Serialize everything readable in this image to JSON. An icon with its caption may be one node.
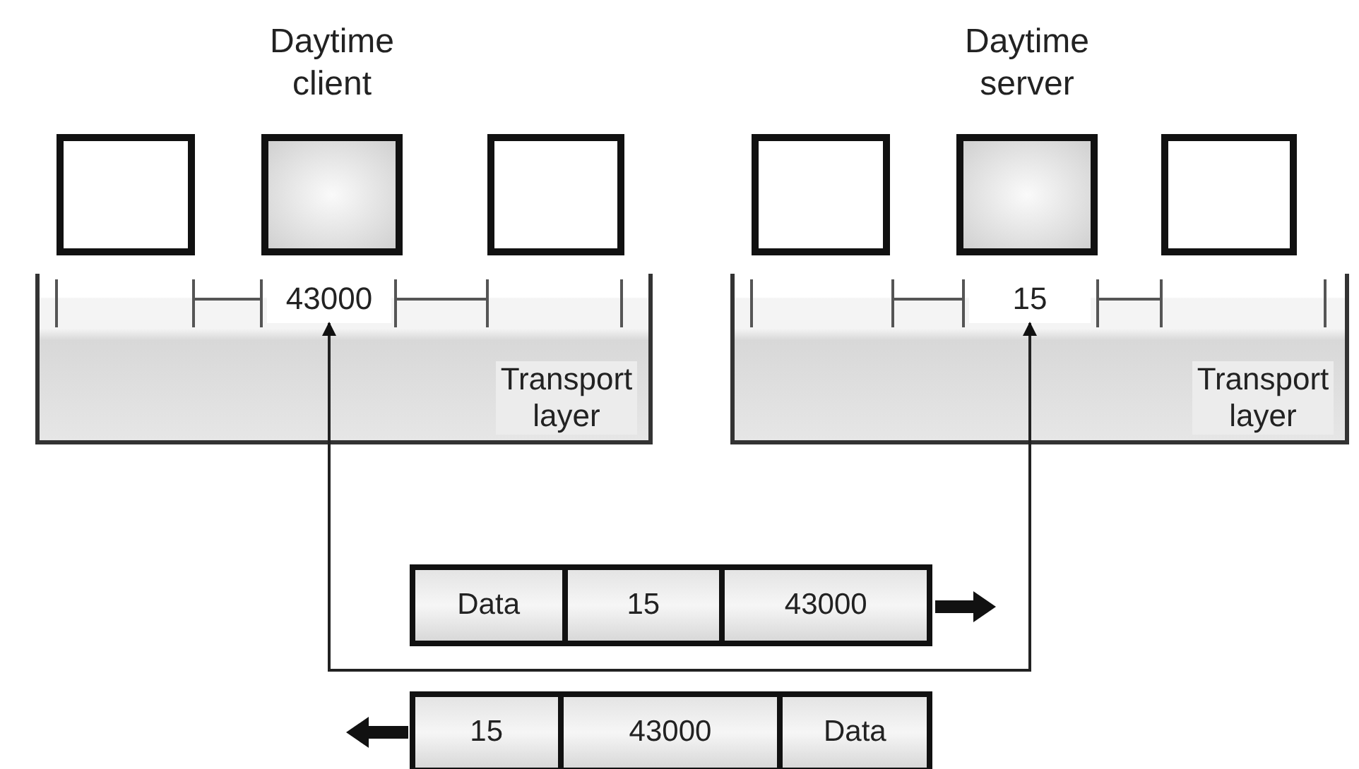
{
  "diagram": {
    "nodes": [
      {
        "text": [
          "Transport layer"
        ]
      },
      {
        "text": [],
        "shape": "box"
      },
      {
        "text": [
          "Daytime client"
        ]
      },
      {
        "text": [],
        "shape": "box"
      },
      {
        "text": [
          "43000"
        ],
        "in": 0
      },
      {
        "text": [
          "Transport layer"
        ]
      },
      {
        "text": [],
        "shape": "box"
      },
      {
        "text": [
          "Daytime server"
        ]
      },
      {
        "text": [],
        "shape": "box"
      },
      {
        "text": [
          "15"
        ],
        "in": 5
      },
      {
        "text": [],
        "shape": "bar"
      },
      {
        "text": [
          "Data"
        ],
        "in": 10
      },
      {
        "text": [
          "15"
        ],
        "in": 10
      },
      {
        "text": [
          "43000"
        ],
        "in": 10
      },
      {
        "text": [],
        "shape": "bar"
      },
      {
        "text": [
          "15"
        ],
        "in": 14
      },
      {
        "text": [
          "43000"
        ],
        "in": 14
      },
      {
        "text": [
          "Data"
        ],
        "in": 14
      }
    ],
    "edges": [
      {
        "from": 4,
        "to": 9,
        "arrow": "both"
      }
    ]
  }
}
